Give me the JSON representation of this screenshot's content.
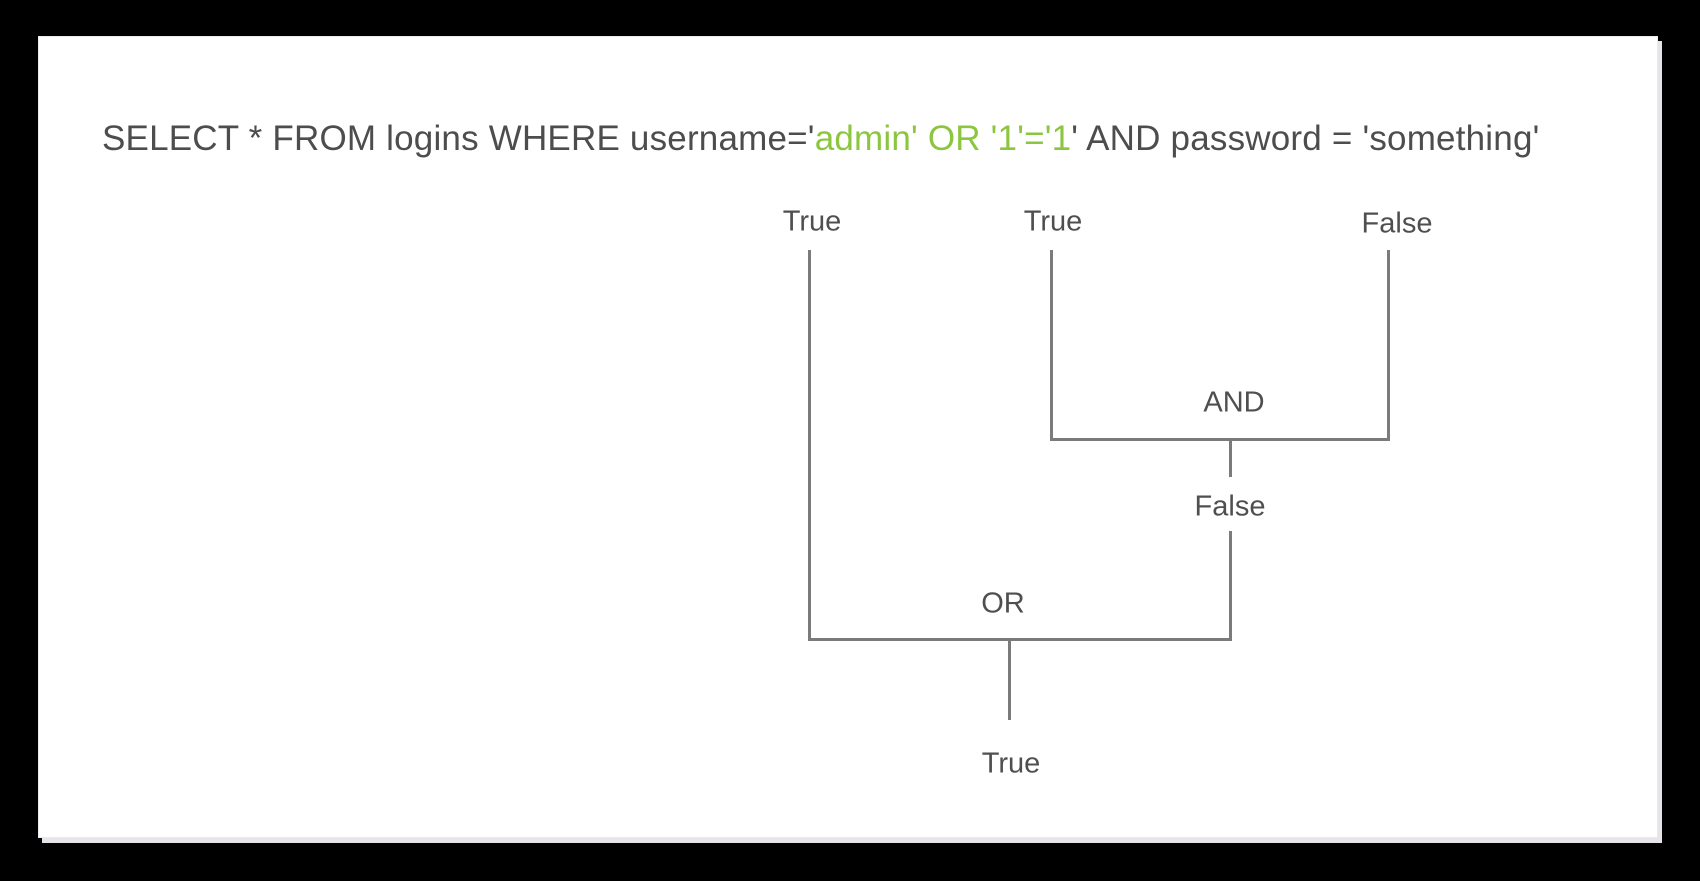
{
  "page": {
    "background_color": "#000000",
    "panel_color": "#ffffff"
  },
  "sql_query": {
    "prefix": "SELECT * FROM logins WHERE username='",
    "injected_input": "admin' OR '1'='1",
    "suffix": "' AND password = 'something'",
    "text_color": "#4d4d4d",
    "injected_color": "#8cc63f"
  },
  "evaluation_tree": {
    "leaf_condition_1": "True",
    "leaf_condition_2": "True",
    "leaf_condition_3": "False",
    "and_operator_label": "AND",
    "and_result": "False",
    "or_operator_label": "OR",
    "final_result": "True",
    "line_color": "#7b7b7b"
  }
}
